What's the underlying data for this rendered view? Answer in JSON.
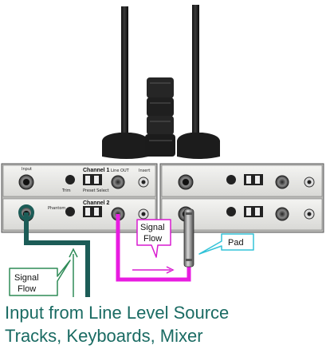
{
  "unit": {
    "channel1": "Channel 1",
    "channel2": "Channel 2",
    "line_out": "Line OUT",
    "insert": "Insert",
    "input": "Input",
    "phantom": "Phantom",
    "preset_select": "Preset Select",
    "trim": "Trim"
  },
  "callouts": {
    "signal_flow_left_line1": "Signal",
    "signal_flow_left_line2": "Flow",
    "signal_flow_right_line1": "Signal",
    "signal_flow_right_line2": "Flow",
    "pad": "Pad"
  },
  "caption": {
    "line1": "Input from Line Level Source",
    "line2": "Tracks, Keyboards, Mixer"
  },
  "colors": {
    "cable_teal": "#1c5c57",
    "cable_magenta": "#e81ce0",
    "callout_green": "#2e8b57",
    "callout_magenta": "#d81bd0",
    "callout_cyan": "#33c3d8",
    "caption_teal": "#1a6b63"
  }
}
